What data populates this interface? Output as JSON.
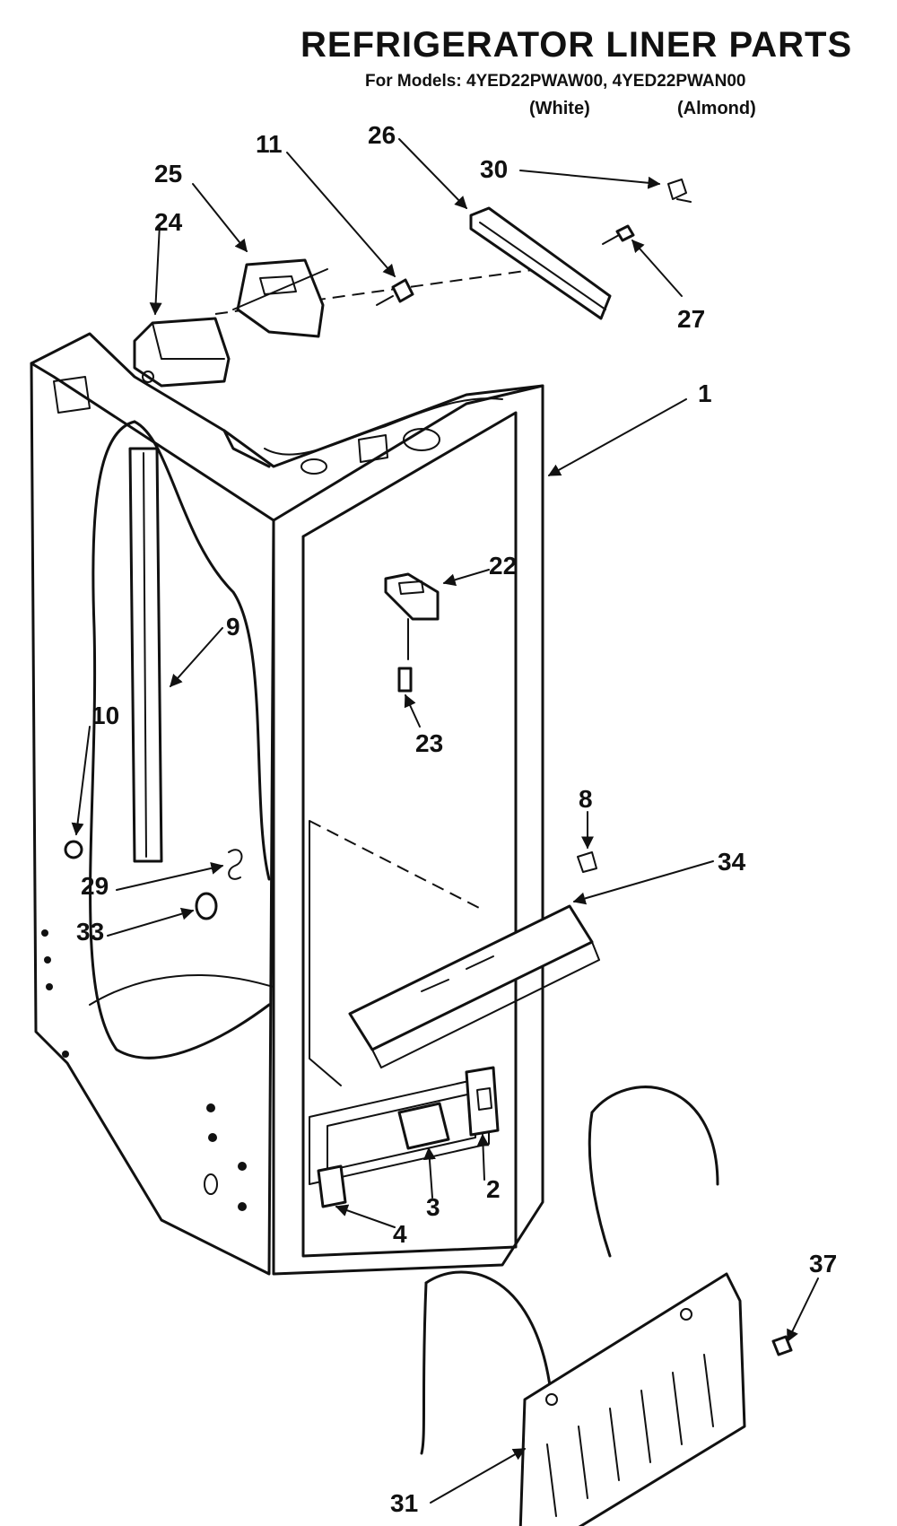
{
  "header": {
    "title": "REFRIGERATOR LINER PARTS",
    "models": "For Models: 4YED22PWAW00, 4YED22PWAN00",
    "color_white": "(White)",
    "color_almond": "(Almond)"
  },
  "callouts": {
    "c1": "1",
    "c2": "2",
    "c3": "3",
    "c4": "4",
    "c8": "8",
    "c9": "9",
    "c10": "10",
    "c11": "11",
    "c22": "22",
    "c23": "23",
    "c24": "24",
    "c25": "25",
    "c26": "26",
    "c27": "27",
    "c29": "29",
    "c30": "30",
    "c31": "31",
    "c33": "33",
    "c34": "34",
    "c37": "37"
  }
}
